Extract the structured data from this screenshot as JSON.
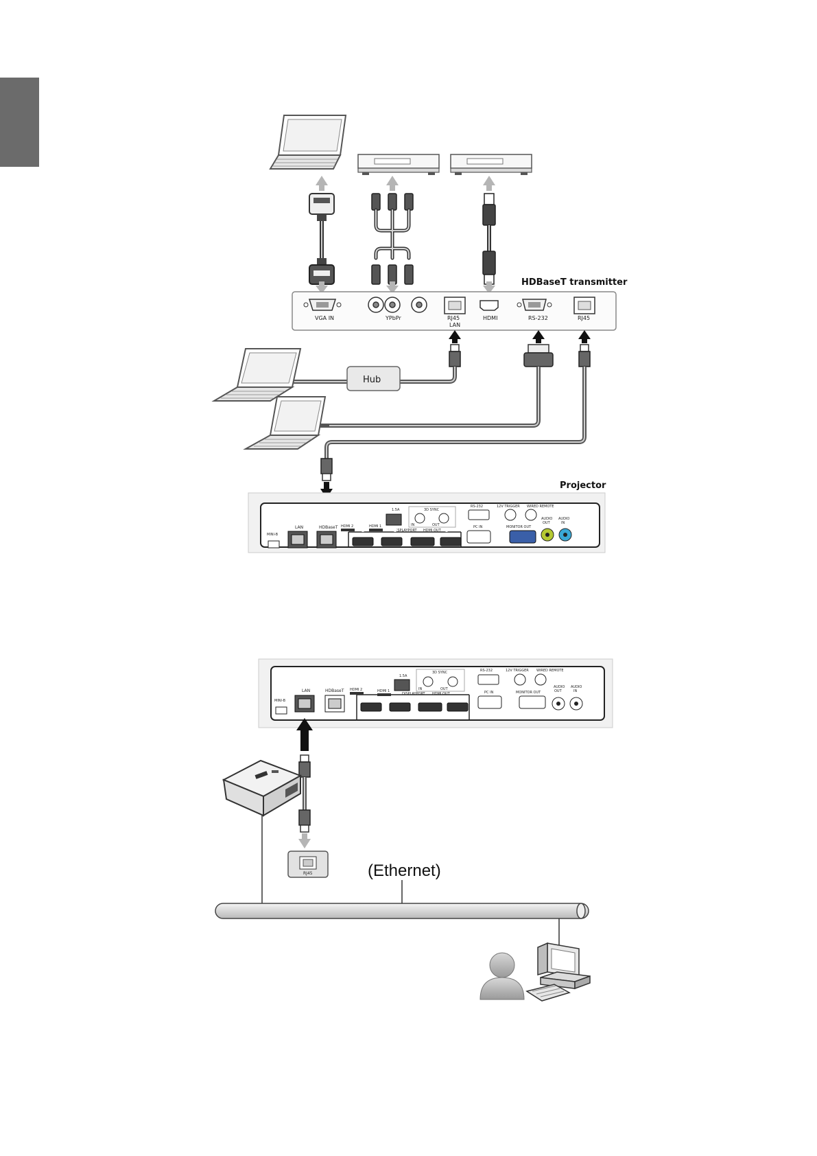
{
  "page": {
    "side_tab_color": "#6b6b6b"
  },
  "transmitter": {
    "title": "HDBaseT transmitter",
    "ports": {
      "vga_in": "VGA IN",
      "ypbpr": "YPbPr",
      "rj45_lan_1": "RJ45",
      "rj45_lan_2": "LAN",
      "hdmi": "HDMI",
      "rs232": "RS-232",
      "rj45": "RJ45"
    }
  },
  "hub": {
    "label": "Hub"
  },
  "projector_panel": {
    "title": "Projector",
    "labels": {
      "mini_b": "MINI-B",
      "lan": "LAN",
      "hdbaset": "HDBaseT",
      "hdmi2": "HDMI 2",
      "hdmi1": "HDMI 1",
      "usb_current": "1.5A",
      "sync_3d": "3D SYNC",
      "in": "IN",
      "out": "OUT",
      "displayport": "DISPLAYPORT",
      "hdmi_out": "HDMI OUT",
      "rs232": "RS-232",
      "trigger": "12V TRIGGER",
      "wired_remote": "WIRED REMOTE",
      "pc_in": "PC IN",
      "monitor_out": "MONITOR OUT",
      "audio_out_1": "AUDIO",
      "audio_out_2": "OUT",
      "audio_in_1": "AUDIO",
      "audio_in_2": "IN"
    }
  },
  "network": {
    "rj45_label": "RJ45",
    "ethernet_label": "(Ethernet)"
  },
  "icons": [
    "laptop-icon",
    "video-source-icon",
    "vga-cable-icon",
    "component-cable-icon",
    "hdmi-cable-icon",
    "rs232-cable-icon",
    "rj45-cable-icon",
    "projector-icon",
    "user-icon",
    "desktop-computer-icon",
    "arrow-up-icon",
    "arrow-down-icon"
  ]
}
